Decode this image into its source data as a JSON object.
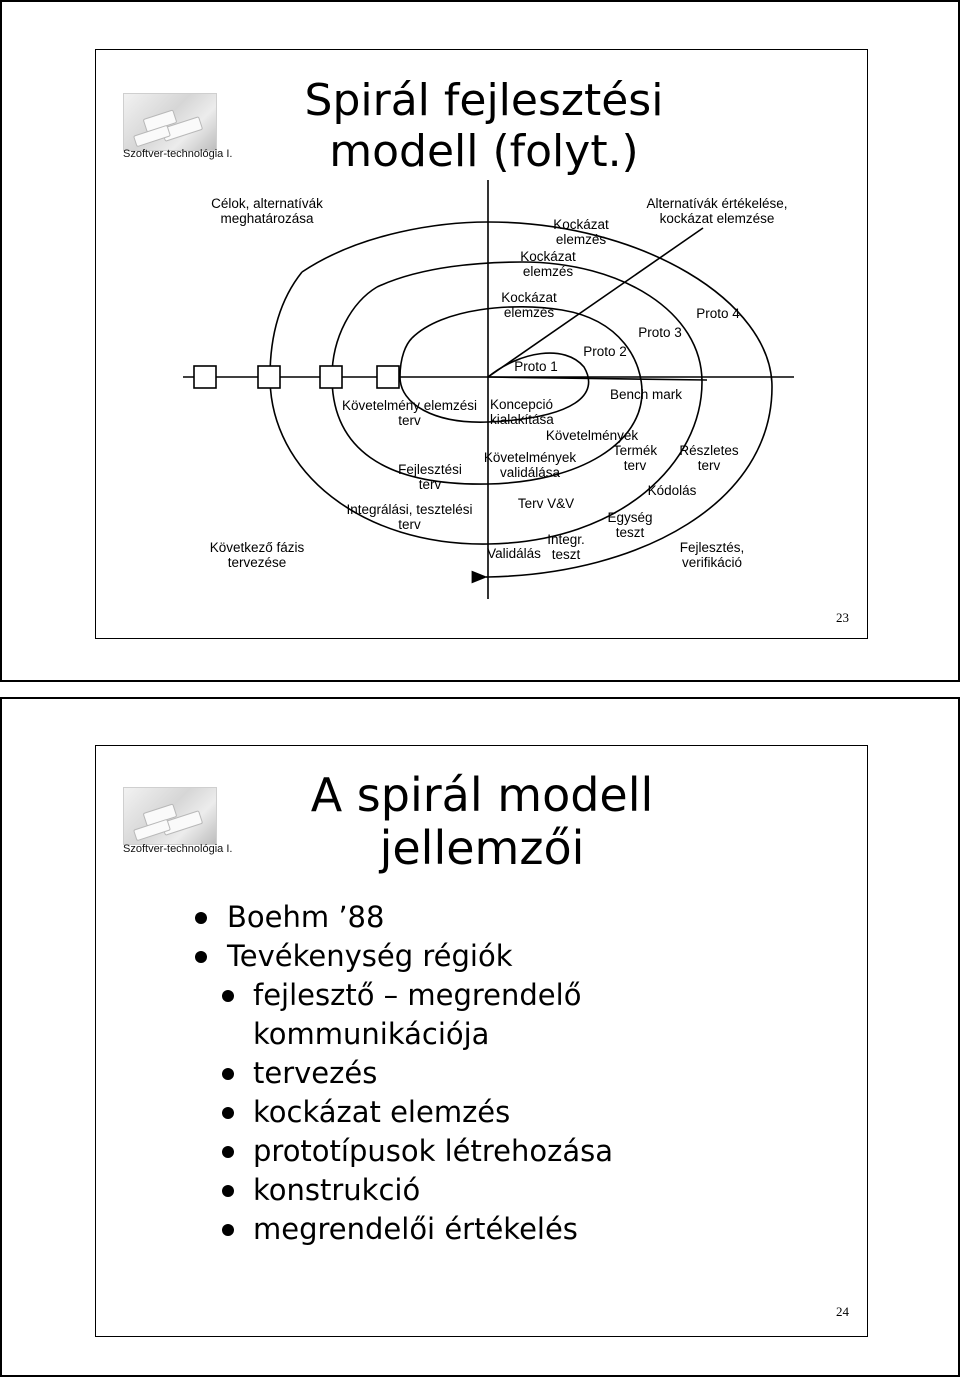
{
  "slide1": {
    "logo_caption": "Szoftver-technológia I.",
    "title_line1": "Spirál fejlesztési",
    "title_line2": "modell (folyt.)",
    "page_number": "23",
    "quadrants": {
      "top_left": [
        "Célok, alternatívák",
        "meghatározása"
      ],
      "top_right": [
        "Alternatívák értékelése,",
        "kockázat elemzése"
      ],
      "bottom_left": [
        "Következő fázis",
        "tervezése"
      ],
      "bottom_right": [
        "Fejlesztés,",
        "verifikáció"
      ]
    },
    "risk": {
      "r4": [
        "Kockázat",
        "elemzés"
      ],
      "r3": [
        "Kockázat",
        "elemzés"
      ],
      "r2": [
        "Kockázat",
        "elemzés"
      ]
    },
    "protos": {
      "p1": "Proto 1",
      "p2": "Proto 2",
      "p3": "Proto 3",
      "p4": "Proto 4"
    },
    "plans": {
      "req_plan": [
        "Követelmény elemzési",
        "terv"
      ],
      "dev_plan": [
        "Fejlesztési",
        "terv"
      ],
      "int_plan": [
        "Integrálási, tesztelési",
        "terv"
      ]
    },
    "lower_right": {
      "concept": [
        "Koncepció",
        "kialakítása"
      ],
      "bench": "Bench mark",
      "requirements": "Követelmények",
      "req_validation": [
        "Követelmények",
        "validálása"
      ],
      "product_design": [
        "Termék",
        "terv"
      ],
      "detailed_design": [
        "Részletes",
        "terv"
      ],
      "design_vv": "Terv V&V",
      "coding": "Kódolás",
      "unit_test": [
        "Egység",
        "teszt"
      ],
      "integration_test": [
        "Integr.",
        "teszt"
      ],
      "validation": "Validálás"
    }
  },
  "slide2": {
    "logo_caption": "Szoftver-technológia I.",
    "title_line1": "A spirál modell",
    "title_line2": "jellemzői",
    "page_number": "24",
    "bullets": [
      {
        "text": "Boehm ’88"
      },
      {
        "text": "Tevékenység régiók",
        "sub": [
          {
            "text": "fejlesztő – megrendelő",
            "cont": "kommunikációja"
          },
          {
            "text": "tervezés"
          },
          {
            "text": "kockázat elemzés"
          },
          {
            "text": "prototípusok létrehozása"
          },
          {
            "text": "konstrukció"
          },
          {
            "text": "megrendelői értékelés"
          }
        ]
      }
    ]
  }
}
